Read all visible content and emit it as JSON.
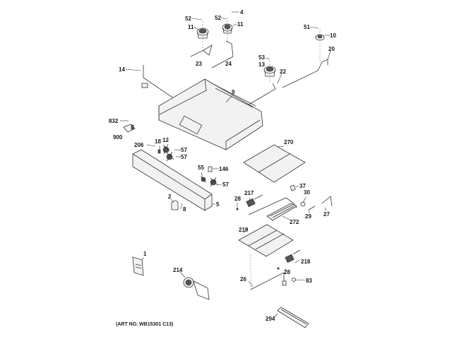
{
  "diagram": {
    "type": "exploded-parts-diagram",
    "art_number": "(ART NO. WB15301 C13)",
    "callouts": [
      {
        "id": "4",
        "label": "4"
      },
      {
        "id": "52a",
        "label": "52"
      },
      {
        "id": "11a",
        "label": "11"
      },
      {
        "id": "52b",
        "label": "52"
      },
      {
        "id": "11b",
        "label": "11"
      },
      {
        "id": "23",
        "label": "23"
      },
      {
        "id": "24",
        "label": "24"
      },
      {
        "id": "51",
        "label": "51"
      },
      {
        "id": "10",
        "label": "10"
      },
      {
        "id": "20",
        "label": "20"
      },
      {
        "id": "53",
        "label": "53"
      },
      {
        "id": "13",
        "label": "13"
      },
      {
        "id": "22",
        "label": "22"
      },
      {
        "id": "14",
        "label": "14"
      },
      {
        "id": "9",
        "label": "9"
      },
      {
        "id": "832",
        "label": "832"
      },
      {
        "id": "900",
        "label": "900"
      },
      {
        "id": "206",
        "label": "206"
      },
      {
        "id": "18",
        "label": "18"
      },
      {
        "id": "12",
        "label": "12"
      },
      {
        "id": "57a",
        "label": "57"
      },
      {
        "id": "57b",
        "label": "57"
      },
      {
        "id": "55",
        "label": "55"
      },
      {
        "id": "146",
        "label": "146"
      },
      {
        "id": "57c",
        "label": "57"
      },
      {
        "id": "2",
        "label": "2"
      },
      {
        "id": "8",
        "label": "8"
      },
      {
        "id": "5",
        "label": "5"
      },
      {
        "id": "270",
        "label": "270"
      },
      {
        "id": "28a",
        "label": "28"
      },
      {
        "id": "217",
        "label": "217"
      },
      {
        "id": "37",
        "label": "37"
      },
      {
        "id": "30",
        "label": "30"
      },
      {
        "id": "29",
        "label": "29"
      },
      {
        "id": "27",
        "label": "27"
      },
      {
        "id": "272",
        "label": "272"
      },
      {
        "id": "219",
        "label": "219"
      },
      {
        "id": "218",
        "label": "218"
      },
      {
        "id": "28b",
        "label": "28"
      },
      {
        "id": "26",
        "label": "26"
      },
      {
        "id": "83",
        "label": "83"
      },
      {
        "id": "1",
        "label": "1"
      },
      {
        "id": "214",
        "label": "214"
      },
      {
        "id": "294",
        "label": "294"
      }
    ]
  }
}
